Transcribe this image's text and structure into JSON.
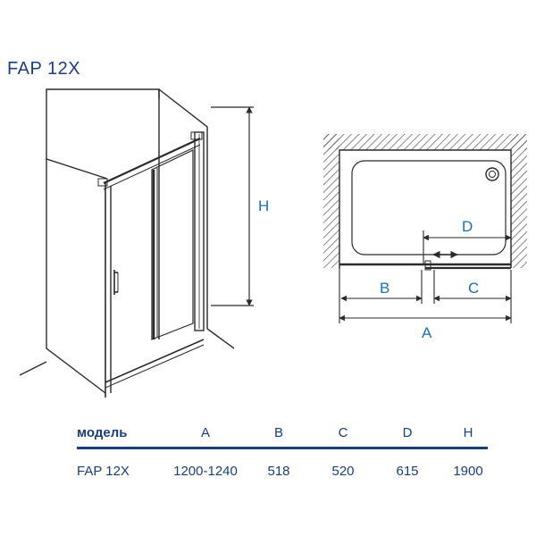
{
  "title": "FAP 12X",
  "labels": {
    "H": "H",
    "A": "A",
    "B": "B",
    "C": "C",
    "D": "D"
  },
  "table": {
    "headers": [
      "модель",
      "A",
      "B",
      "C",
      "D",
      "H"
    ],
    "row": [
      "FAP 12X",
      "1200-1240",
      "518",
      "520",
      "615",
      "1900"
    ]
  },
  "colors": {
    "line": "#2b2b2b",
    "accent": "#1b6fb5",
    "title": "#1b3f7a"
  }
}
